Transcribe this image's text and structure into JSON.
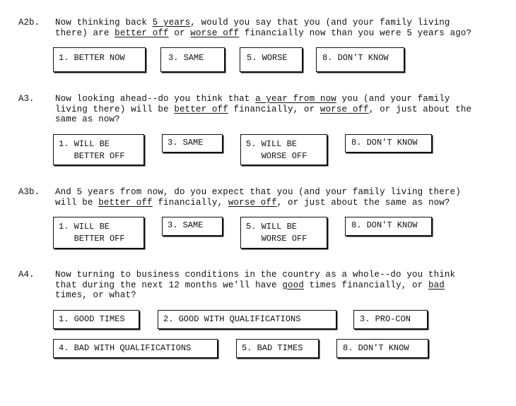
{
  "questions": [
    {
      "id": "A2b.",
      "text": [
        [
          "Now thinking back ",
          ""
        ],
        [
          "5 years",
          "u"
        ],
        [
          ", would you say that you (and your family living\nthere) are ",
          ""
        ],
        [
          "better off",
          "u"
        ],
        [
          " or ",
          ""
        ],
        [
          "worse off",
          "u"
        ],
        [
          " financially now than you were 5 years ago?",
          ""
        ]
      ],
      "options": [
        "1. BETTER NOW",
        "3. SAME",
        "5. WORSE",
        "8. DON'T KNOW"
      ]
    },
    {
      "id": "A3.",
      "text": [
        [
          "Now looking ahead--do you think that ",
          ""
        ],
        [
          "a year from now",
          "u"
        ],
        [
          " you (and your family\nliving there) will be ",
          ""
        ],
        [
          "better off",
          "u"
        ],
        [
          " financially, or ",
          ""
        ],
        [
          "worse off",
          "u"
        ],
        [
          ", or just about the\nsame as now?",
          ""
        ]
      ],
      "options": [
        "1. WILL BE\n   BETTER OFF",
        "3. SAME",
        "5. WILL BE\n   WORSE OFF",
        "8. DON'T KNOW"
      ]
    },
    {
      "id": "A3b.",
      "text": [
        [
          "And 5 years from now, do you expect that you (and your family living there)\nwill be ",
          ""
        ],
        [
          "better off",
          "u"
        ],
        [
          " financially, ",
          ""
        ],
        [
          "worse off",
          "u"
        ],
        [
          ", or just about the same as now?",
          ""
        ]
      ],
      "options": [
        "1. WILL BE\n   BETTER OFF",
        "3. SAME",
        "5. WILL BE\n   WORSE OFF",
        "8. DON'T KNOW"
      ]
    },
    {
      "id": "A4.",
      "text": [
        [
          "Now turning to business conditions in the country as a whole--do you think\nthat during the next 12 months we'll have ",
          ""
        ],
        [
          "good",
          "u"
        ],
        [
          " times financially, or ",
          ""
        ],
        [
          "bad",
          "u"
        ],
        [
          "\ntimes, or what?",
          ""
        ]
      ],
      "options": [
        "1. GOOD TIMES",
        "2. GOOD WITH QUALIFICATIONS",
        "3. PRO-CON",
        "4. BAD WITH QUALIFICATIONS",
        "5. BAD TIMES",
        "8. DON'T KNOW"
      ]
    }
  ]
}
